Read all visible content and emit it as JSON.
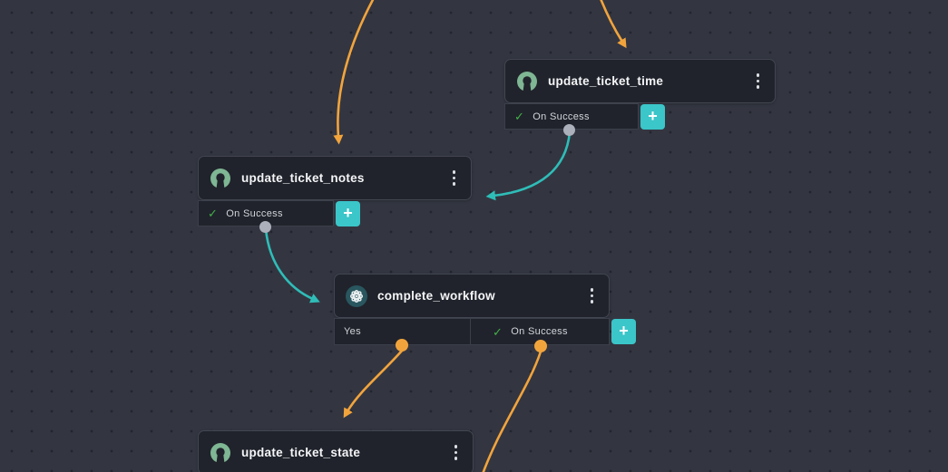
{
  "canvas": {
    "background_color": "#333641",
    "grid_dot_color": "#23252e"
  },
  "colors": {
    "node_background": "#20232b",
    "node_border": "#424650",
    "title_text": "#f4f5f7",
    "port_text": "#d2d5da",
    "success_green": "#43b049",
    "accent_teal": "#3bc6c9",
    "icon_green": "#7fb694",
    "icon_teal_circle": "#29565f",
    "connector_gray": "#abb0bb",
    "edge_orange": "#f2a43c",
    "edge_teal": "#2fbdb8"
  },
  "ui": {
    "add_button_label": "+"
  },
  "icons": {
    "check": "✓",
    "kebab_menu": "⋮",
    "plus": "+",
    "record_circle": "green ring with bottom notch",
    "gear_circle": "white gear loops in teal circle"
  },
  "nodes": [
    {
      "id": "update_ticket_time",
      "title": "update_ticket_time",
      "icon": "record-circle-icon",
      "outputs": [
        {
          "label": "On Success",
          "has_check": true
        }
      ],
      "connector_color": "gray"
    },
    {
      "id": "update_ticket_notes",
      "title": "update_ticket_notes",
      "icon": "record-circle-icon",
      "outputs": [
        {
          "label": "On Success",
          "has_check": true
        }
      ],
      "connector_color": "gray"
    },
    {
      "id": "complete_workflow",
      "title": "complete_workflow",
      "icon": "gear-circle-icon",
      "outputs": [
        {
          "label": "Yes",
          "has_check": false
        },
        {
          "label": "On Success",
          "has_check": true
        }
      ],
      "connector_color": "orange"
    },
    {
      "id": "update_ticket_state",
      "title": "update_ticket_state",
      "icon": "record-circle-icon",
      "outputs": [],
      "connector_color": null
    }
  ],
  "edges": [
    {
      "from": "offscreen-top",
      "to": "update_ticket_notes",
      "color": "orange"
    },
    {
      "from": "offscreen-top",
      "to": "update_ticket_time",
      "color": "orange"
    },
    {
      "from": "update_ticket_time.On Success",
      "to": "update_ticket_notes",
      "color": "teal"
    },
    {
      "from": "update_ticket_notes.On Success",
      "to": "complete_workflow",
      "color": "teal"
    },
    {
      "from": "complete_workflow.Yes",
      "to": "update_ticket_state",
      "color": "orange"
    },
    {
      "from": "complete_workflow.On Success",
      "to": "offscreen-bottom",
      "color": "orange"
    }
  ]
}
